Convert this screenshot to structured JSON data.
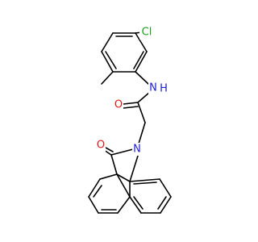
{
  "molecule": {
    "labels": {
      "chlorine": "Cl",
      "amide_nitrogen": "N",
      "amide_hydrogen": "H",
      "amide_oxygen": "O",
      "lactam_oxygen": "O",
      "lactam_nitrogen": "N"
    },
    "colors": {
      "chlorine": "#1aa11a",
      "nitrogen": "#1f1fd6",
      "oxygen": "#e01818",
      "bond": "#000000"
    }
  }
}
